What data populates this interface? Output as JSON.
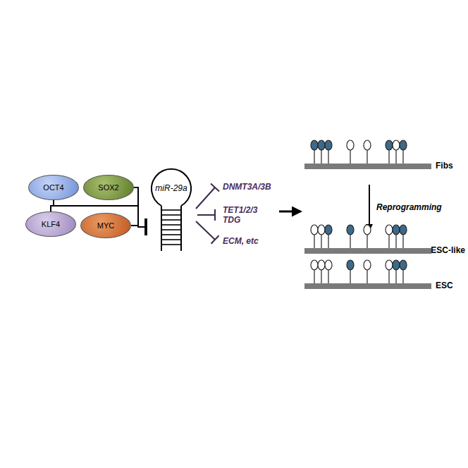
{
  "diagram": {
    "nodes": [
      {
        "text": [
          "OCT4"
        ]
      },
      {
        "text": [
          "SOX2"
        ]
      },
      {
        "text": [
          "KLF4"
        ]
      },
      {
        "text": [
          "MYC"
        ]
      },
      {
        "text": [
          "miR-29a"
        ]
      }
    ],
    "edges": [
      {
        "from": 0,
        "to": 4,
        "arrow": "to"
      },
      {
        "from": 1,
        "to": 4,
        "arrow": "to"
      },
      {
        "from": 2,
        "to": 4,
        "arrow": "to"
      },
      {
        "from": 3,
        "to": 4,
        "arrow": "to"
      }
    ],
    "labels": [
      "DNMT3A/3B",
      "TET1/2/3 TDG",
      "ECM, etc",
      "Fibs",
      "Reprogramming",
      "ESC-like",
      "ESC"
    ]
  }
}
